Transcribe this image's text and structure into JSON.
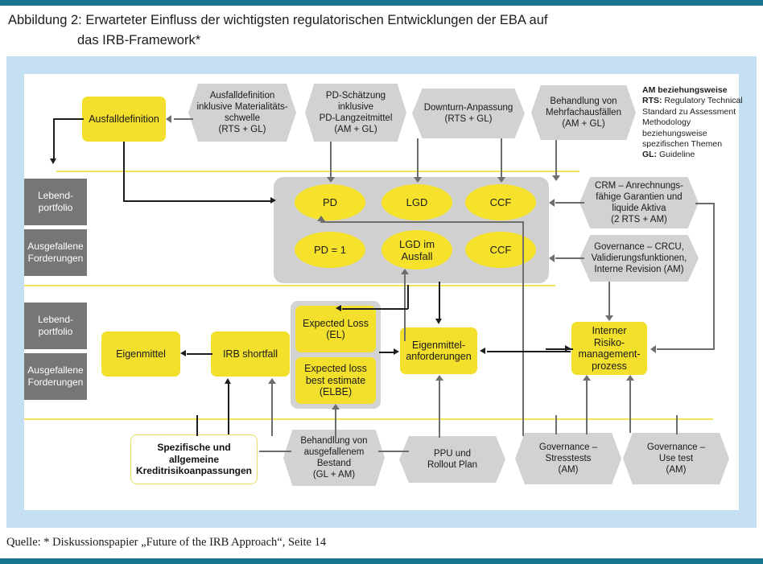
{
  "figure": {
    "title_line1": "Abbildung 2: Erwarteter Einfluss der wichtigsten regulatorischen Entwicklungen der EBA auf",
    "title_line2": "das IRB-Framework*",
    "source": "Quelle: * Diskussionspapier „Future of the IRB Approach“, Seite 14"
  },
  "colors": {
    "accent_rule": "#17758f",
    "frame": "#c5dff2",
    "yellow": "#f3e02c",
    "gray_hex": "#d2d2d2",
    "gray_block": "#767676",
    "separator_yellow": "#f2e45a",
    "connector": "#6e6e6e"
  },
  "legend": {
    "term1": "AM beziehungsweise RTS:",
    "def1": "Regulatory Technical Standard zu Assessment Methodology beziehungsweise spezifischen Themen",
    "term2": "GL:",
    "def2": "Guideline"
  },
  "side_labels": [
    {
      "id": "live-portfolio-top",
      "text": "Lebend-\nportfolio"
    },
    {
      "id": "defaulted-top",
      "text": "Ausgefallene\nForderungen"
    },
    {
      "id": "live-portfolio-bottom",
      "text": "Lebend-\nportfolio"
    },
    {
      "id": "defaulted-bottom",
      "text": "Ausgefallene\nForderungen"
    }
  ],
  "top_hexagons": [
    {
      "id": "ausfalldefinition-materialitaet",
      "text": "Ausfalldefinition\ninklusive Materialitäts-\nschwelle\n(RTS + GL)"
    },
    {
      "id": "pd-schaetzung",
      "text": "PD-Schätzung\ninklusive\nPD-Langzeitmittel\n(AM + GL)"
    },
    {
      "id": "downturn-anpassung",
      "text": "Downturn-Anpassung\n(RTS + GL)"
    },
    {
      "id": "mehrfachausfaelle",
      "text": "Behandlung von\nMehrfachausfällen\n(AM + GL)"
    }
  ],
  "right_hexagons": [
    {
      "id": "crm-anrechnung",
      "text": "CRM – Anrechnungs-\nfähige Garantien und\nliquide Aktiva\n(2 RTS + AM)"
    },
    {
      "id": "governance-crcu",
      "text": "Governance – CRCU,\nValidierungsfunktionen,\nInterne Revision  (AM)"
    }
  ],
  "bottom_hexagons": [
    {
      "id": "behandlung-ausgefallener-bestand",
      "text": "Behandlung von\nausgefallenem\nBestand\n(GL + AM)"
    },
    {
      "id": "ppu-rollout",
      "text": "PPU und\nRollout Plan"
    },
    {
      "id": "governance-stresstests",
      "text": "Governance –\nStresstests\n(AM)"
    },
    {
      "id": "governance-use-test",
      "text": "Governance –\nUse test\n(AM)"
    }
  ],
  "nodes": {
    "ausfalldefinition": "Ausfalldefinition",
    "pd": "PD",
    "lgd": "LGD",
    "ccf_top": "CCF",
    "pd_eq_1": "PD = 1",
    "lgd_im_ausfall": "LGD im\nAusfall",
    "ccf_bottom": "CCF",
    "expected_loss": "Expected Loss\n(EL)",
    "elbe": "Expected loss\nbest estimate\n(ELBE)",
    "eigenmittel": "Eigenmittel",
    "irb_shortfall": "IRB shortfall",
    "eigenmittelanforderungen": "Eigenmittel-\nanforderungen",
    "interner_risikoprozess": "Interner\nRisiko-\nmanagement-\nprozess",
    "kreditrisikoanpassungen": "Spezifische und\nallgemeine\nKreditrisikoanpassungen"
  }
}
